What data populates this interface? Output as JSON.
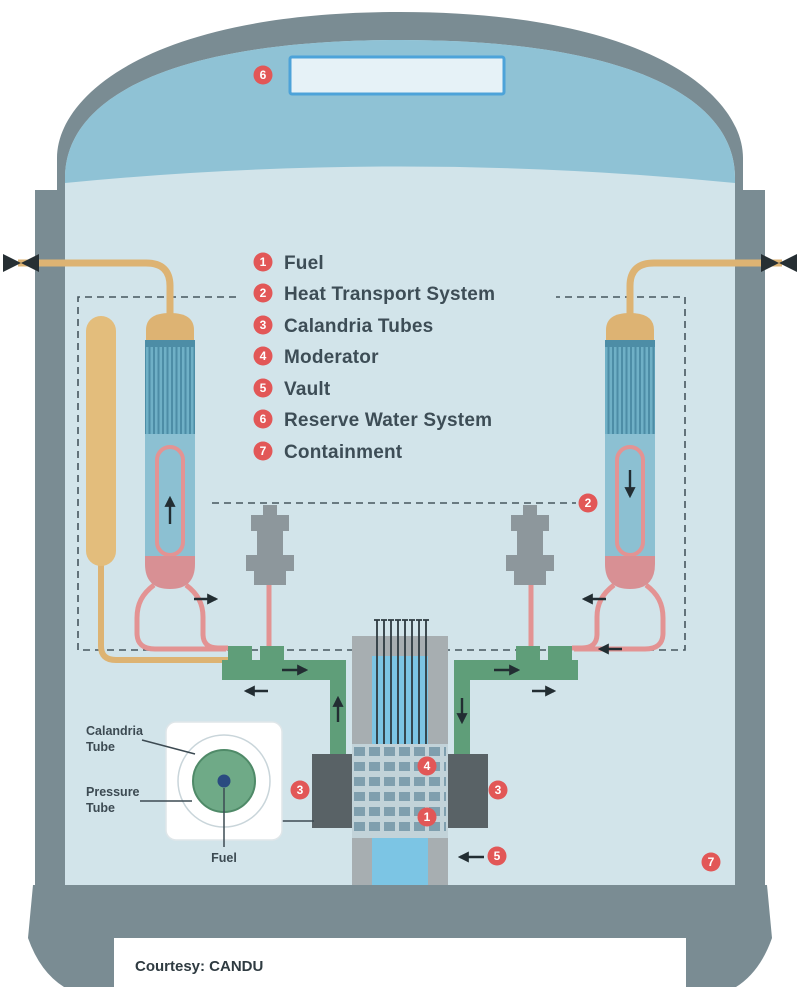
{
  "legend": {
    "items": [
      {
        "num": "1",
        "label": "Fuel"
      },
      {
        "num": "2",
        "label": "Heat Transport System"
      },
      {
        "num": "3",
        "label": "Calandria Tubes"
      },
      {
        "num": "4",
        "label": "Moderator"
      },
      {
        "num": "5",
        "label": "Vault"
      },
      {
        "num": "6",
        "label": "Reserve Water System"
      },
      {
        "num": "7",
        "label": "Containment"
      }
    ]
  },
  "diagram_markers": {
    "reserve_water_system": "6",
    "heat_transport_system": "2",
    "calandria_tubes_left": "3",
    "calandria_tubes_right": "3",
    "moderator": "4",
    "fuel": "1",
    "vault": "5",
    "containment": "7"
  },
  "inset": {
    "labels": {
      "calandria_tube": [
        "Calandria",
        "Tube"
      ],
      "pressure_tube": [
        "Pressure",
        "Tube"
      ],
      "fuel": "Fuel"
    }
  },
  "footer": {
    "courtesy": "Courtesy: CANDU"
  },
  "colors": {
    "wall": "#7a8c93",
    "interior": "#d2e4ea",
    "band": "#8fc2d5",
    "tank_border": "#4da3d9",
    "marker_red": "#e25757",
    "pipe_tan": "#ddb373",
    "sg_teal": "#6fb0c6",
    "pipe_red": "#e39393",
    "header_green": "#5f9e79",
    "vault_water": "#7cc5e4"
  }
}
